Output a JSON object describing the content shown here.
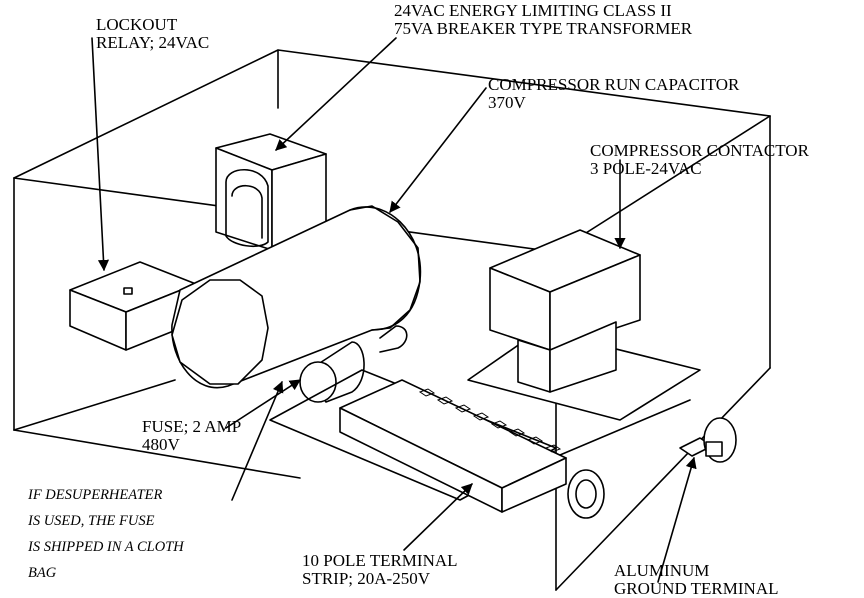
{
  "labels": {
    "lockout_relay": [
      "LOCKOUT",
      "RELAY; 24VAC"
    ],
    "transformer": [
      "24VAC ENERGY LIMITING CLASS II",
      "75VA BREAKER TYPE TRANSFORMER"
    ],
    "run_capacitor": [
      "COMPRESSOR RUN CAPACITOR",
      "370V"
    ],
    "contactor": [
      "COMPRESSOR CONTACTOR",
      "3 POLE-24VAC"
    ],
    "fuse": [
      "FUSE; 2 AMP",
      "480V"
    ],
    "fuse_note": [
      "IF DESUPERHEATER",
      "IS USED, THE FUSE",
      "IS SHIPPED IN A CLOTH",
      "BAG"
    ],
    "terminal_strip": [
      "10 POLE TERMINAL",
      "STRIP; 20A-250V"
    ],
    "ground_terminal": [
      "ALUMINUM",
      "GROUND TERMINAL"
    ]
  }
}
